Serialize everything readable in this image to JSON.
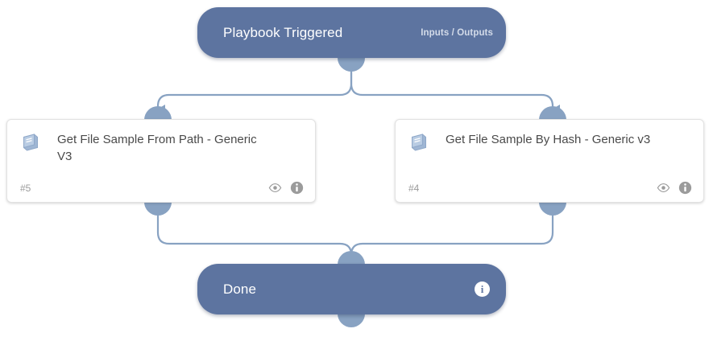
{
  "canvas": {
    "background": "#ffffff",
    "node_fill": "#5d74a0",
    "connector_color": "#88a2c2",
    "card_border": "#e2e2e2"
  },
  "nodes": {
    "trigger": {
      "title": "Playbook Triggered",
      "badge": "Inputs / Outputs"
    },
    "done": {
      "title": "Done",
      "info_icon": "info-icon"
    }
  },
  "tasks": [
    {
      "title": "Get File Sample From Path - Generic V3",
      "id": "#5",
      "icon": "book-icon",
      "actions": [
        "eye-icon",
        "info-icon"
      ]
    },
    {
      "title": "Get File Sample By Hash - Generic v3",
      "id": "#4",
      "icon": "book-icon",
      "actions": [
        "eye-icon",
        "info-icon"
      ]
    }
  ]
}
